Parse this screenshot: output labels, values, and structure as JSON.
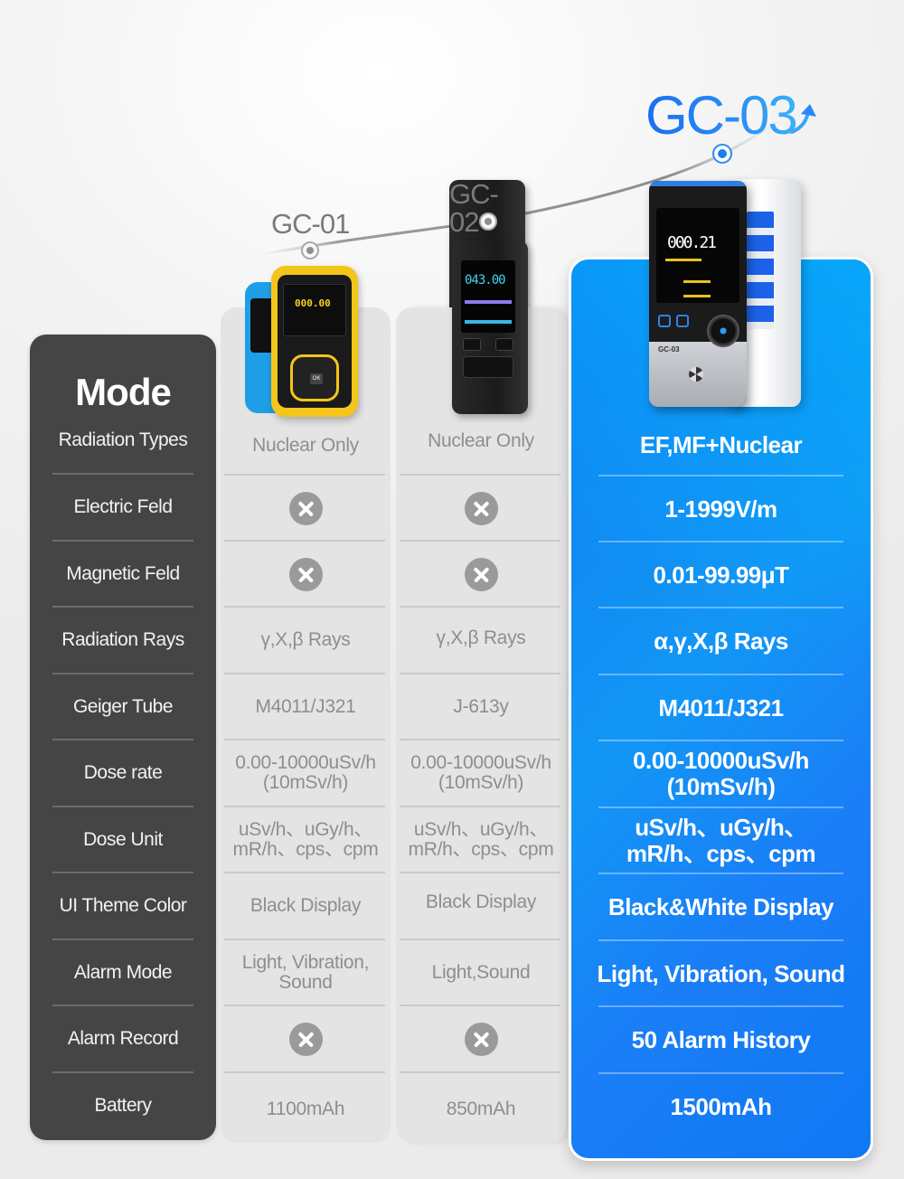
{
  "header": {
    "models": [
      {
        "id": "gc01",
        "label": "GC-01"
      },
      {
        "id": "gc02",
        "label": "GC-02"
      },
      {
        "id": "gc03",
        "label": "GC-03"
      }
    ],
    "accent_color": "#1a7ef3"
  },
  "devices": {
    "gc01": {
      "screen_reading": "000.00",
      "ok_label": "OK"
    },
    "gc02": {
      "screen_reading": "043.00"
    },
    "gc03": {
      "screen_reading": "000.21",
      "model_mark": "GC-03"
    }
  },
  "table": {
    "header_label": "Mode",
    "rows": [
      {
        "label": "Radiation Types",
        "gc01": "Nuclear Only",
        "gc02": "Nuclear Only",
        "gc03": "EF,MF+Nuclear"
      },
      {
        "label": "Electric Feld",
        "gc01": "x-icon",
        "gc02": "x-icon",
        "gc03": "1-1999V/m"
      },
      {
        "label": "Magnetic Feld",
        "gc01": "x-icon",
        "gc02": "x-icon",
        "gc03": "0.01-99.99μT"
      },
      {
        "label": "Radiation Rays",
        "gc01": "γ,X,β Rays",
        "gc02": "γ,X,β Rays",
        "gc03": "α,γ,X,β Rays"
      },
      {
        "label": "Geiger Tube",
        "gc01": "M4011/J321",
        "gc02": "J-613y",
        "gc03": "M4011/J321"
      },
      {
        "label": "Dose rate",
        "gc01": "0.00-10000uSv/h\n(10mSv/h)",
        "gc02": "0.00-10000uSv/h\n(10mSv/h)",
        "gc03": "0.00-10000uSv/h\n(10mSv/h)"
      },
      {
        "label": "Dose Unit",
        "gc01": "uSv/h、uGy/h、\nmR/h、cps、cpm",
        "gc02": "uSv/h、uGy/h、\nmR/h、cps、cpm",
        "gc03": "uSv/h、uGy/h、\nmR/h、cps、cpm"
      },
      {
        "label": "UI Theme Color",
        "gc01": "Black Display",
        "gc02": "Black Display",
        "gc03": "Black&White Display"
      },
      {
        "label": "Alarm Mode",
        "gc01": "Light, Vibration,\nSound",
        "gc02": "Light,Sound",
        "gc03": "Light, Vibration, Sound"
      },
      {
        "label": "Alarm Record",
        "gc01": "x-icon",
        "gc02": "x-icon",
        "gc03": "50 Alarm History"
      },
      {
        "label": "Battery",
        "gc01": "1100mAh",
        "gc02": "850mAh",
        "gc03": "1500mAh"
      }
    ]
  },
  "colors": {
    "mode_column": "#454545",
    "old_columns": "#e4e4e4",
    "highlight_column": "#1289f4",
    "unsupported_icon": "#9a9a9a"
  }
}
